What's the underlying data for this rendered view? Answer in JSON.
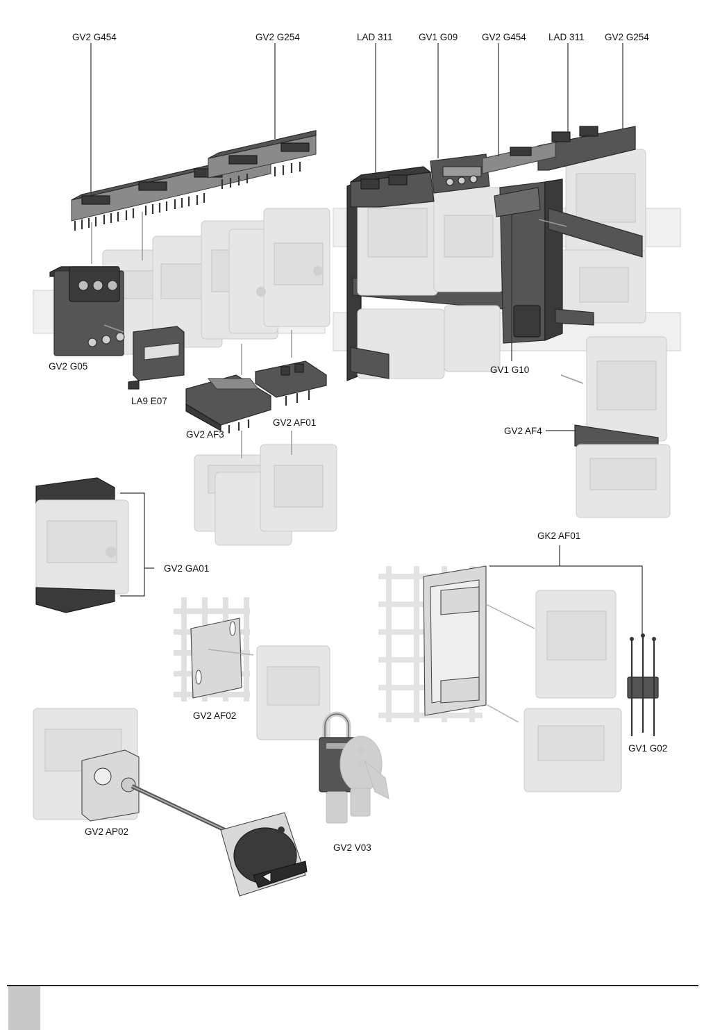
{
  "labels": {
    "gv2_g454_left": "GV2 G454",
    "gv2_g254_left": "GV2 G254",
    "lad_311_a": "LAD 311",
    "gv1_g09": "GV1 G09",
    "gv2_g454_right": "GV2 G454",
    "lad_311_b": "LAD 311",
    "gv2_g254_right": "GV2 G254",
    "gv2_g05": "GV2 G05",
    "la9_e07": "LA9 E07",
    "gv2_af3": "GV2 AF3",
    "gv2_af01": "GV2 AF01",
    "gv1_g10": "GV1 G10",
    "gv2_af4": "GV2 AF4",
    "gv2_ga01": "GV2 GA01",
    "gk2_af01": "GK2 AF01",
    "gv2_af02": "GV2 AF02",
    "gv1_g02": "GV1 G02",
    "gv2_ap02": "GV2 AP02",
    "gv2_v03": "GV2 V03"
  },
  "colors": {
    "ghost": "#e6e6e6",
    "accessory": "#555555",
    "footer_tab": "#c8c8c8"
  }
}
